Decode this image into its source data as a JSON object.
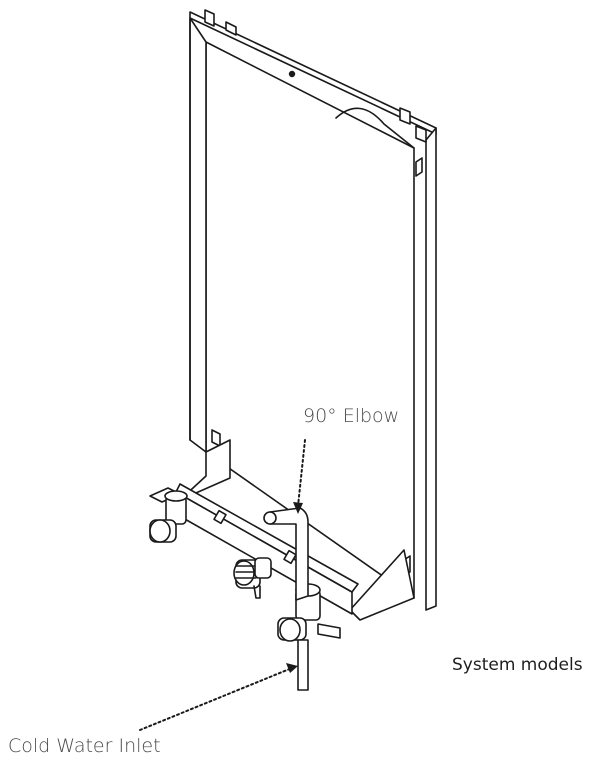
{
  "labels": {
    "elbow": "90° Elbow",
    "cold_water_inlet": "Cold Water Inlet",
    "system_models": "System models"
  }
}
